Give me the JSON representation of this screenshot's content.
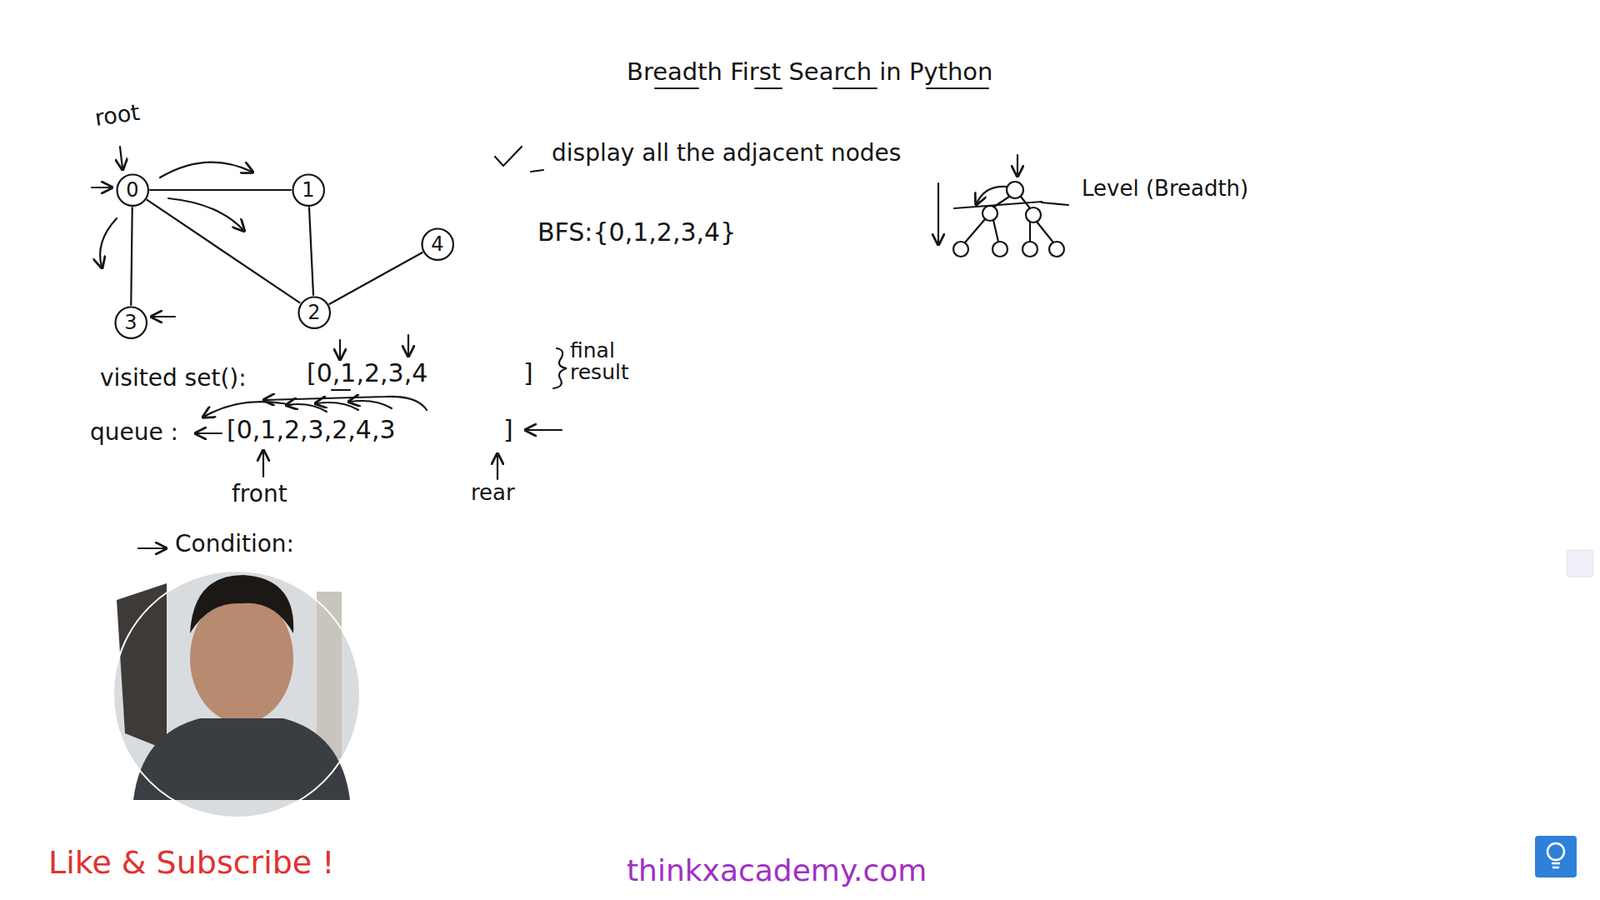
{
  "diagram": {
    "title": "Breadth First Search in Python",
    "nodes": [
      {
        "text": [
          "0"
        ]
      },
      {
        "text": [
          "1"
        ]
      },
      {
        "text": [
          "2"
        ]
      },
      {
        "text": [
          "3"
        ]
      },
      {
        "text": [
          "4"
        ]
      }
    ],
    "edges": [
      {
        "from": 0,
        "to": 1,
        "arrow": "none"
      },
      {
        "from": 0,
        "to": 2,
        "arrow": "none"
      },
      {
        "from": 0,
        "to": 3,
        "arrow": "none"
      },
      {
        "from": 1,
        "to": 2,
        "arrow": "none"
      },
      {
        "from": 2,
        "to": 4,
        "arrow": "none"
      }
    ],
    "labels": [
      "root",
      "display all the adjacent nodes",
      "BFS:{0,1,2,3,4}",
      "Level (Breadth)",
      "visited set():",
      "[0,1,2,3,4",
      "]",
      "final result",
      "queue :",
      "[0,1,2,3,2,4,3",
      "]",
      "front",
      "rear",
      "Condition:",
      "Like & Subscribe !",
      "thinkxacademy.com"
    ]
  }
}
